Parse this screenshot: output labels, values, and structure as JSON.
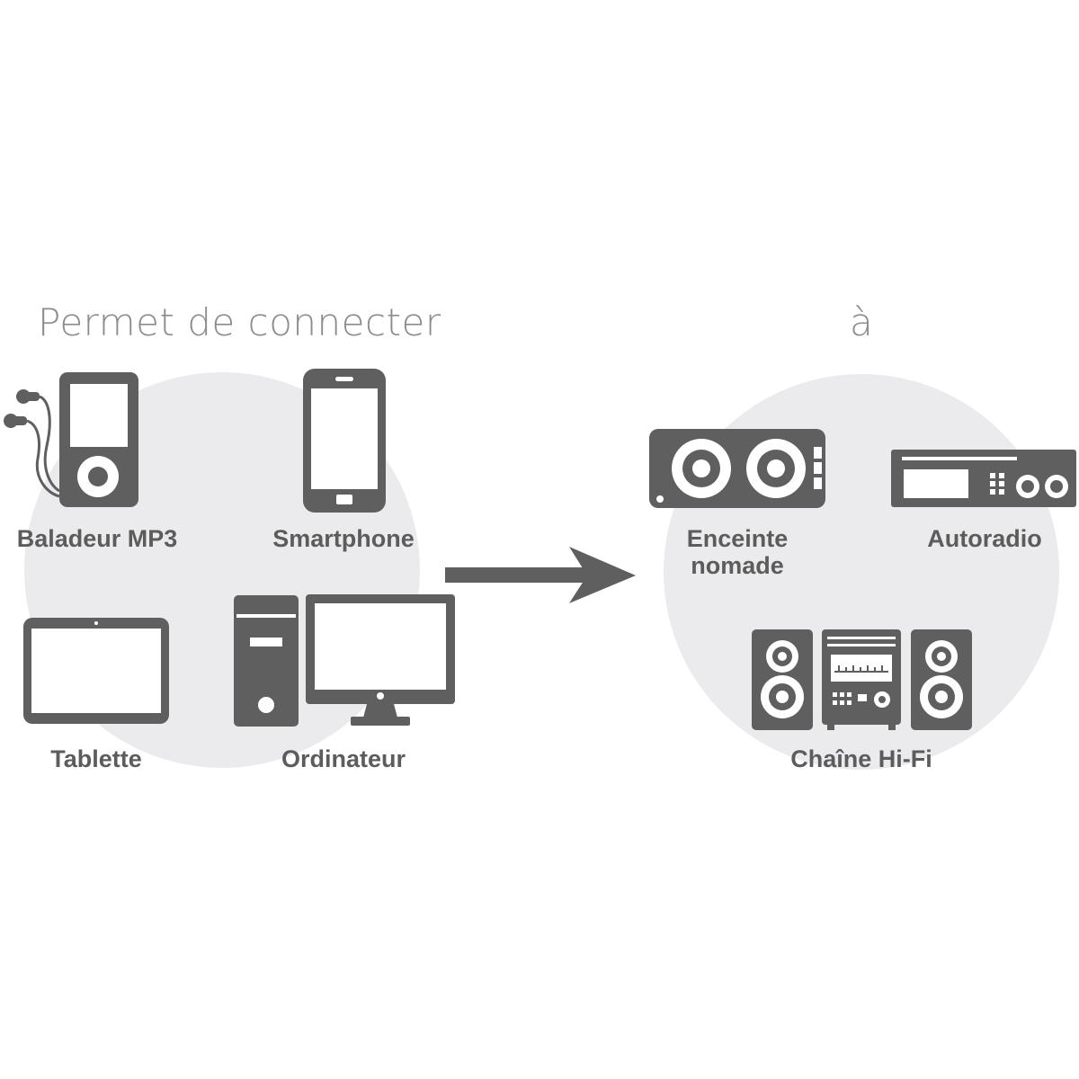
{
  "headings": {
    "left": "Permet de connecter",
    "right": "à"
  },
  "sources": {
    "mp3": "Baladeur MP3",
    "smartphone": "Smartphone",
    "tablet": "Tablette",
    "computer": "Ordinateur"
  },
  "targets": {
    "speaker_line1": "Enceinte",
    "speaker_line2": "nomade",
    "car_radio": "Autoradio",
    "hifi": "Chaîne Hi-Fi"
  },
  "colors": {
    "icon": "#5f5f5f",
    "circle": "#ebebed",
    "heading": "#8c8c8c",
    "label": "#5c5c5c"
  }
}
